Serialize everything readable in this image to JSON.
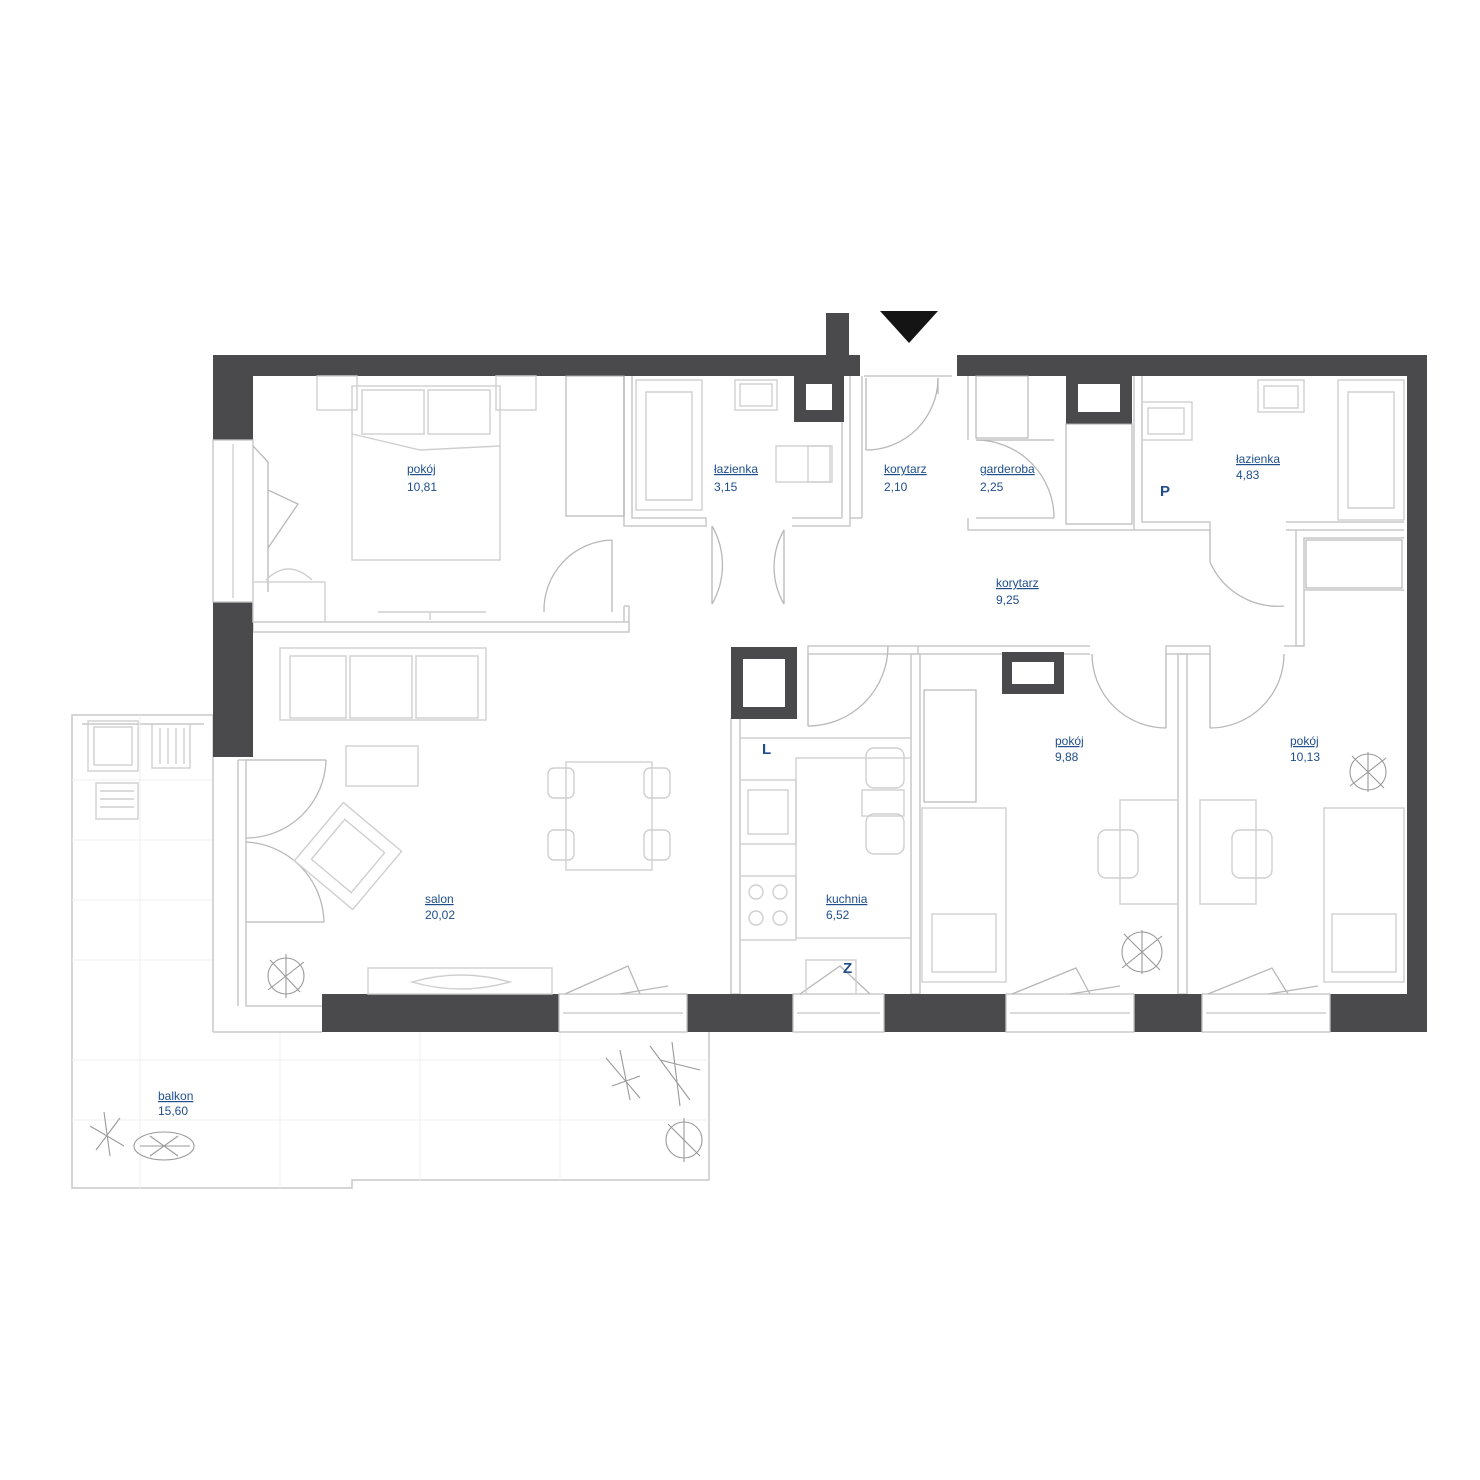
{
  "rooms": [
    {
      "id": "pokoj-1",
      "name": "pokój",
      "area": "10,81"
    },
    {
      "id": "lazienka-1",
      "name": "łazienka",
      "area": "3,15"
    },
    {
      "id": "korytarz-1",
      "name": "korytarz",
      "area": "2,10"
    },
    {
      "id": "garderoba",
      "name": "garderoba",
      "area": "2,25"
    },
    {
      "id": "lazienka-2",
      "name": "łazienka",
      "area": "4,83"
    },
    {
      "id": "korytarz-2",
      "name": "korytarz",
      "area": "9,25"
    },
    {
      "id": "pokoj-2",
      "name": "pokój",
      "area": "9,88"
    },
    {
      "id": "pokoj-3",
      "name": "pokój",
      "area": "10,13"
    },
    {
      "id": "salon",
      "name": "salon",
      "area": "20,02"
    },
    {
      "id": "kuchnia",
      "name": "kuchnia",
      "area": "6,52"
    },
    {
      "id": "balkon",
      "name": "balkon",
      "area": "15,60"
    }
  ],
  "markers": {
    "p": "P",
    "l": "L",
    "z": "Z"
  },
  "colors": {
    "wall": "#4a4a4c",
    "label": "#1f4e8c"
  },
  "icons": {
    "entrance": "entrance-arrow-icon"
  }
}
